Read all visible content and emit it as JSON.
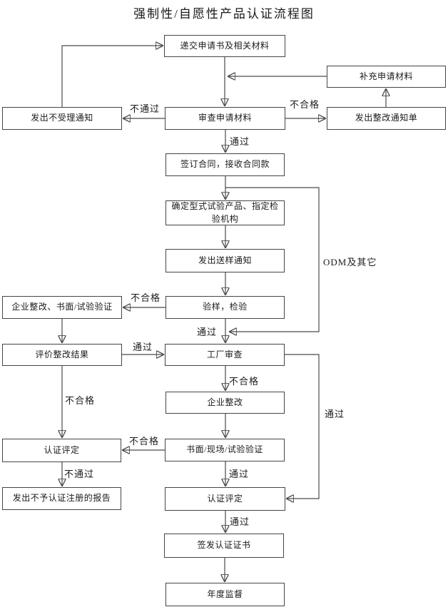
{
  "title": "强制性/自愿性产品认证流程图",
  "colors": {
    "background": "#ffffff",
    "box_border": "#454545",
    "line": "#4a4a4a",
    "arrowhead": "#111111",
    "text": "#1a1a1a"
  },
  "nodes": {
    "submit": {
      "label": "递交申请书及相关材料"
    },
    "supplement": {
      "label": "补充申请材料"
    },
    "review": {
      "label": "审查申请材料"
    },
    "reject_notice": {
      "label": "发出不受理通知"
    },
    "rectify_notice": {
      "label": "发出整改通知单"
    },
    "contract": {
      "label": "签订合同，接收合同款"
    },
    "type_test": {
      "label": "确定型式试验产品、指定检验机构"
    },
    "sample_notice": {
      "label": "发出送样通知"
    },
    "inspection": {
      "label": "验样，检验"
    },
    "ent_rect_verify": {
      "label": "企业整改、书面/试验验证"
    },
    "eval_rect": {
      "label": "评价整改结果"
    },
    "factory_audit": {
      "label": "工厂审查"
    },
    "ent_rect": {
      "label": "企业整改"
    },
    "written_verify": {
      "label": "书面/现场/试验验证"
    },
    "cert_eval_left": {
      "label": "认证评定"
    },
    "no_cert_report": {
      "label": "发出不予认证注册的报告"
    },
    "cert_eval": {
      "label": "认证评定"
    },
    "issue_cert": {
      "label": "签发认证证书"
    },
    "annual_supervision": {
      "label": "年度监督"
    }
  },
  "edge_labels": {
    "review_fail": "不通过",
    "review_nonconform": "不合格",
    "review_pass": "通过",
    "odm": "ODM及其它",
    "inspect_nonconform": "不合格",
    "inspect_pass": "通过",
    "eval_pass": "通过",
    "factory_nonconform": "不合格",
    "eval_nonconform": "不合格",
    "factory_pass_right": "通过",
    "written_nonconform": "不合格",
    "written_pass": "通过",
    "cert_left_fail": "不通过",
    "cert_pass": "通过"
  }
}
